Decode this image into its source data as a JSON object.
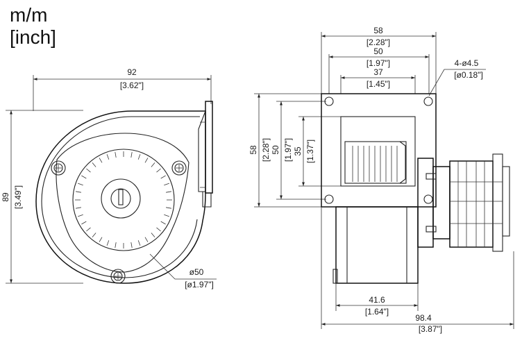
{
  "units": {
    "line1": "m/m",
    "line2": "[inch]"
  },
  "front_view": {
    "width_mm": "92",
    "width_in": "[3.62\"]",
    "height_mm": "89",
    "height_in": "[3.49\"]",
    "dia_mm": "ø50",
    "dia_in": "[ø1.97\"]"
  },
  "side_view": {
    "top_58_mm": "58",
    "top_58_in": "[2.28\"]",
    "top_50_mm": "50",
    "top_50_in": "[1.97\"]",
    "top_37_mm": "37",
    "top_37_in": "[1.45\"]",
    "holes_mm": "4-ø4.5",
    "holes_in": "[ø0.18\"]",
    "left_58_mm": "58",
    "left_58_in": "[2.28\"]",
    "left_50_mm": "50",
    "left_50_in": "[1.97\"]",
    "left_35_mm": "35",
    "left_35_in": "[1.37\"]",
    "bottom_41_mm": "41.6",
    "bottom_41_in": "[1.64\"]",
    "bottom_98_mm": "98.4",
    "bottom_98_in": "[3.87\"]"
  },
  "icons": [
    "cross-screw-icon"
  ]
}
